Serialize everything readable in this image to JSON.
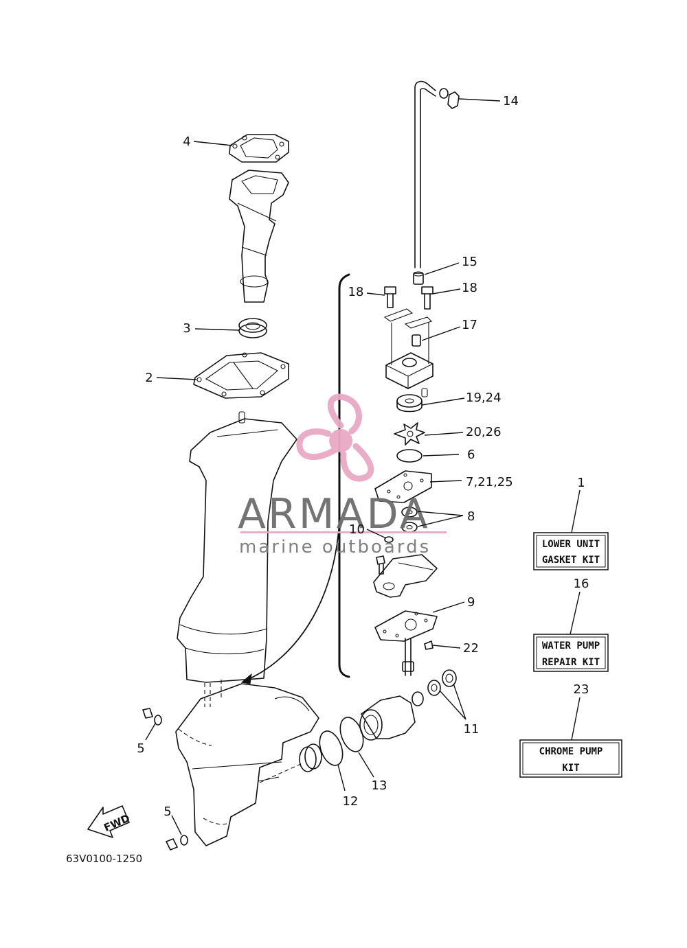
{
  "callouts": {
    "p1": "1",
    "p2": "2",
    "p3": "3",
    "p4": "4",
    "p5a": "5",
    "p5b": "5",
    "p6": "6",
    "p7": "7,21,25",
    "p8": "8",
    "p9": "9",
    "p10": "10",
    "p11": "11",
    "p12": "12",
    "p13": "13",
    "p14": "14",
    "p15": "15",
    "p16": "16",
    "p17": "17",
    "p18a": "18",
    "p18b": "18",
    "p19": "19,24",
    "p20": "20,26",
    "p22": "22",
    "p23": "23"
  },
  "kits": {
    "lower_unit": {
      "line1": "LOWER UNIT",
      "line2": "GASKET KIT"
    },
    "water_pump": {
      "line1": "WATER PUMP",
      "line2": "REPAIR KIT"
    },
    "chrome_pump": {
      "line1": "CHROME PUMP",
      "line2": "KIT"
    }
  },
  "watermark": {
    "brand": "ARMADA",
    "tagline": "marine outboards",
    "accent_color": "#e9a9c6"
  },
  "fwd_label": "FWD",
  "diagram_code": "63V0100-1250"
}
